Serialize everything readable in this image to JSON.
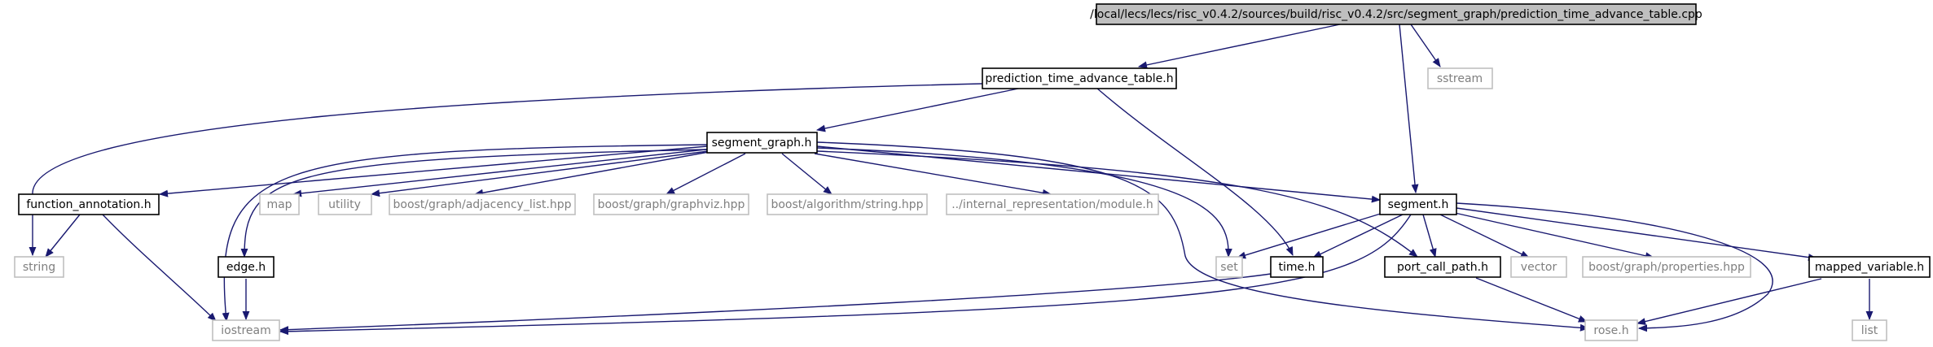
{
  "diagram": {
    "colors": {
      "edge": "#191970",
      "root_fill": "#bfbfbf",
      "primary_border": "#000000",
      "system_border": "#bfbfbf",
      "system_text": "#7f7f7f"
    },
    "nodes": {
      "root": "/local/lecs/lecs/risc_v0.4.2/sources/build/risc_v0.4.2/src/segment_graph/prediction_time_advance_table.cpp",
      "prediction_time_advance_table_h": "prediction_time_advance_table.h",
      "sstream": "sstream",
      "segment_graph_h": "segment_graph.h",
      "function_annotation_h": "function_annotation.h",
      "map": "map",
      "utility": "utility",
      "adjacency_list": "boost/graph/adjacency_list.hpp",
      "graphviz": "boost/graph/graphviz.hpp",
      "algorithm_string": "boost/algorithm/string.hpp",
      "module_h": "../internal_representation/module.h",
      "segment_h": "segment.h",
      "string": "string",
      "edge_h": "edge.h",
      "set": "set",
      "time_h": "time.h",
      "port_call_path_h": "port_call_path.h",
      "vector": "vector",
      "properties": "boost/graph/properties.hpp",
      "mapped_variable_h": "mapped_variable.h",
      "iostream": "iostream",
      "rose_h": "rose.h",
      "list": "list"
    }
  }
}
